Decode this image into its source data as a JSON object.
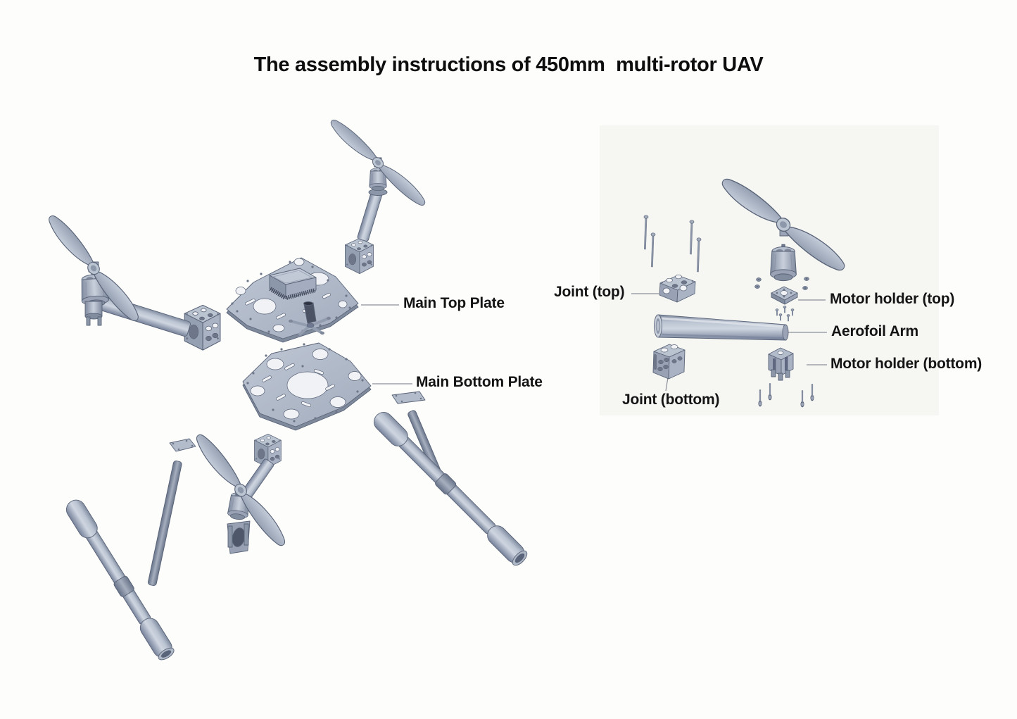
{
  "title": "The assembly instructions of 450mm  multi-rotor UAV",
  "callouts": {
    "main_top_plate": "Main Top Plate",
    "main_bottom_plate": "Main Bottom Plate",
    "joint_top": "Joint (top)",
    "motor_holder_top": "Motor holder (top)",
    "aerofoil_arm": "Aerofoil Arm",
    "motor_holder_bottom": "Motor holder (bottom)",
    "joint_bottom": "Joint (bottom)"
  },
  "colors": {
    "background": "#fdfdfc",
    "part_fill": "#aab4c4",
    "part_light": "#c6cdd9",
    "part_shade": "#8c96a9",
    "outline": "#5a6478",
    "text": "#141414",
    "leader_line": "#8b9097"
  }
}
